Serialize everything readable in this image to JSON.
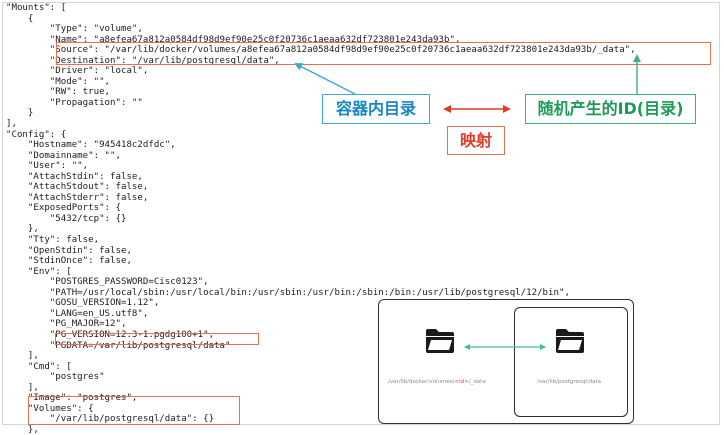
{
  "code_lines": [
    "\"Mounts\": [",
    "    {",
    "        \"Type\": \"volume\",",
    "        \"Name\": \"a8efea67a812a0584df98d9ef90e25c0f20736c1aeaa632df723801e243da93b\",",
    "        \"Source\": \"/var/lib/docker/volumes/a8efea67a812a0584df98d9ef90e25c0f20736c1aeaa632df723801e243da93b/_data\",",
    "        \"Destination\": \"/var/lib/postgresql/data\",",
    "        \"Driver\": \"local\",",
    "        \"Mode\": \"\",",
    "        \"RW\": true,",
    "        \"Propagation\": \"\"",
    "    }",
    "],",
    "\"Config\": {",
    "    \"Hostname\": \"945418c2dfdc\",",
    "    \"Domainname\": \"\",",
    "    \"User\": \"\",",
    "    \"AttachStdin\": false,",
    "    \"AttachStdout\": false,",
    "    \"AttachStderr\": false,",
    "    \"ExposedPorts\": {",
    "        \"5432/tcp\": {}",
    "    },",
    "    \"Tty\": false,",
    "    \"OpenStdin\": false,",
    "    \"StdinOnce\": false,",
    "    \"Env\": [",
    "        \"POSTGRES_PASSWORD=Cisc0123\",",
    "        \"PATH=/usr/local/sbin:/usr/local/bin:/usr/sbin:/usr/bin:/sbin:/bin:/usr/lib/postgresql/12/bin\",",
    "        \"GOSU_VERSION=1.12\",",
    "        \"LANG=en_US.utf8\",",
    "        \"PG_MAJOR=12\",",
    "        \"PG_VERSION=12.3-1.pgdg100+1\",",
    "        \"PGDATA=/var/lib/postgresql/data\"",
    "    ],",
    "    \"Cmd\": [",
    "        \"postgres\"",
    "    ],",
    "    \"Image\": \"postgres\",",
    "    \"Volumes\": {",
    "        \"/var/lib/postgresql/data\": {}",
    "    },"
  ],
  "callouts": {
    "container_dir": "容器内目录",
    "random_id": "随机产生的ID(目录)",
    "mapping": "映射"
  },
  "diagram": {
    "host_path_prefix": "/var/lib/docker/volumes/",
    "host_path_id": "<id>",
    "host_path_suffix": "/_data",
    "container_path": "/var/lib/postgresql/data"
  },
  "colors": {
    "highlight_box": "#e2734f",
    "blue_callout": "#1786c4",
    "green_callout": "#1e9a57",
    "red_callout": "#e03b2b",
    "mapping_line": "#3bbf9a"
  },
  "icons": [
    "folder-icon",
    "folder-icon"
  ]
}
